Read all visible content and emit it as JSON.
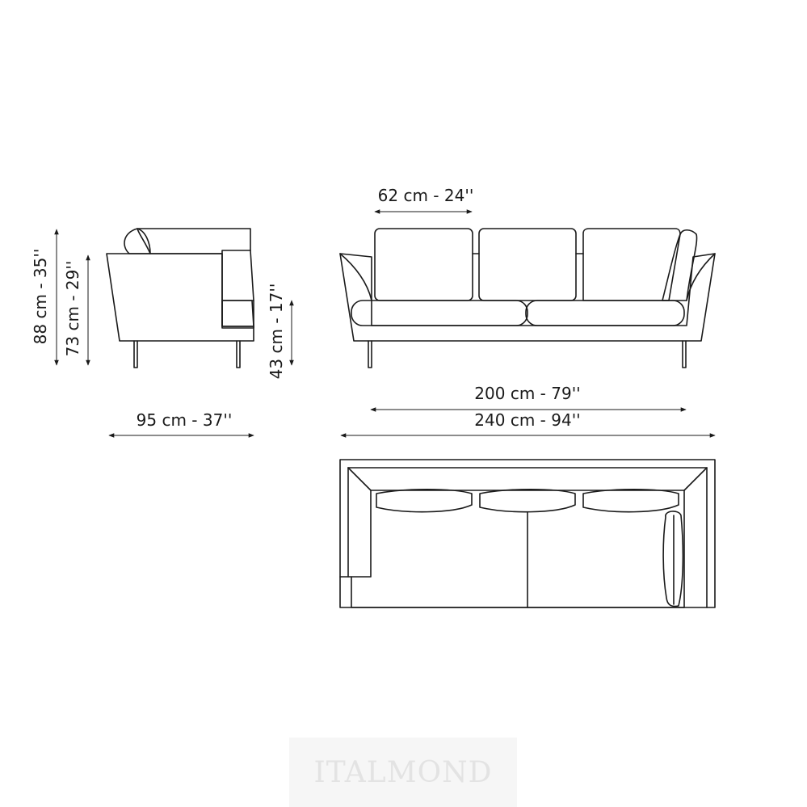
{
  "dimensions": {
    "cushion_width": "62 cm - 24''",
    "seat_width": "200 cm - 79''",
    "total_width": "240 cm - 94''",
    "depth": "95 cm - 37''",
    "total_height": "88 cm - 35''",
    "arm_height": "73 cm - 29''",
    "seat_height": "43 cm - 17''"
  },
  "watermark": "ITALMOND",
  "colors": {
    "line": "#1a1a1a",
    "background": "#ffffff",
    "watermark_text": "#e3e3e3",
    "watermark_box": "#f6f6f6"
  }
}
